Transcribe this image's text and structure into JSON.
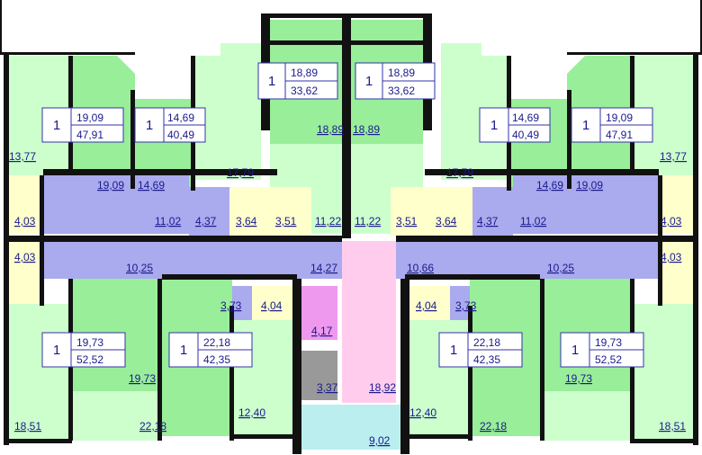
{
  "colors": {
    "living": "#ccffcc",
    "room": "#99ee99",
    "kitchen": "#ccffcc",
    "bath": "#ffffcc",
    "corridor": "#aaaaee",
    "stair": "#ffccee",
    "lift": "#999999",
    "pink_room": "#ee99ee",
    "entrance": "#bbeeee",
    "wall": "#111111",
    "label": "#1a1a8c",
    "box_border": "#3333aa"
  },
  "apartments": [
    {
      "rooms": "1",
      "living": "19,09",
      "total": "47,91"
    },
    {
      "rooms": "1",
      "living": "14,69",
      "total": "40,49"
    },
    {
      "rooms": "1",
      "living": "18,89",
      "total": "33,62"
    },
    {
      "rooms": "1",
      "living": "18,89",
      "total": "33,62"
    },
    {
      "rooms": "1",
      "living": "14,69",
      "total": "40,49"
    },
    {
      "rooms": "1",
      "living": "19,09",
      "total": "47,91"
    },
    {
      "rooms": "1",
      "living": "19,73",
      "total": "52,52"
    },
    {
      "rooms": "1",
      "living": "22,18",
      "total": "42,35"
    },
    {
      "rooms": "1",
      "living": "22,18",
      "total": "42,35"
    },
    {
      "rooms": "1",
      "living": "19,73",
      "total": "52,52"
    }
  ],
  "rooms": [
    "13,77",
    "19,09",
    "14,69",
    "17,79",
    "18,89",
    "18,89",
    "17,79",
    "14,69",
    "19,09",
    "13,77",
    "4,03",
    "11,02",
    "4,37",
    "3,64",
    "3,51",
    "11,22",
    "11,22",
    "3,51",
    "3,64",
    "4,37",
    "11,02",
    "4,03",
    "4,03",
    "10,25",
    "14,27",
    "10,66",
    "10,25",
    "4,03",
    "3,73",
    "4,04",
    "4,04",
    "3,73",
    "4,17",
    "19,73",
    "3,37",
    "18,92",
    "19,73",
    "18,51",
    "22,18",
    "12,40",
    "12,40",
    "22,18",
    "18,51",
    "9,02"
  ]
}
